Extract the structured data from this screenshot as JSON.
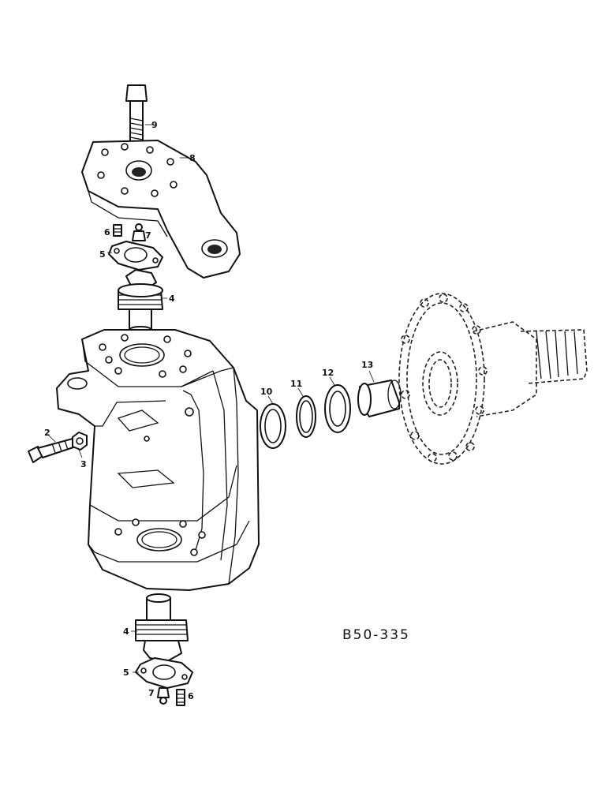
{
  "diagram": {
    "reference_code": "B50-335",
    "callouts": [
      {
        "id": "c9",
        "text": "9"
      },
      {
        "id": "c8",
        "text": "8"
      },
      {
        "id": "c6a",
        "text": "6"
      },
      {
        "id": "c7a",
        "text": "7"
      },
      {
        "id": "c5a",
        "text": "5"
      },
      {
        "id": "c4a",
        "text": "4"
      },
      {
        "id": "c2",
        "text": "2"
      },
      {
        "id": "c3",
        "text": "3"
      },
      {
        "id": "c10",
        "text": "10"
      },
      {
        "id": "c11",
        "text": "11"
      },
      {
        "id": "c12",
        "text": "12"
      },
      {
        "id": "c13",
        "text": "13"
      },
      {
        "id": "c4b",
        "text": "4"
      },
      {
        "id": "c5b",
        "text": "5"
      },
      {
        "id": "c7b",
        "text": "7"
      },
      {
        "id": "c6b",
        "text": "6"
      }
    ]
  }
}
